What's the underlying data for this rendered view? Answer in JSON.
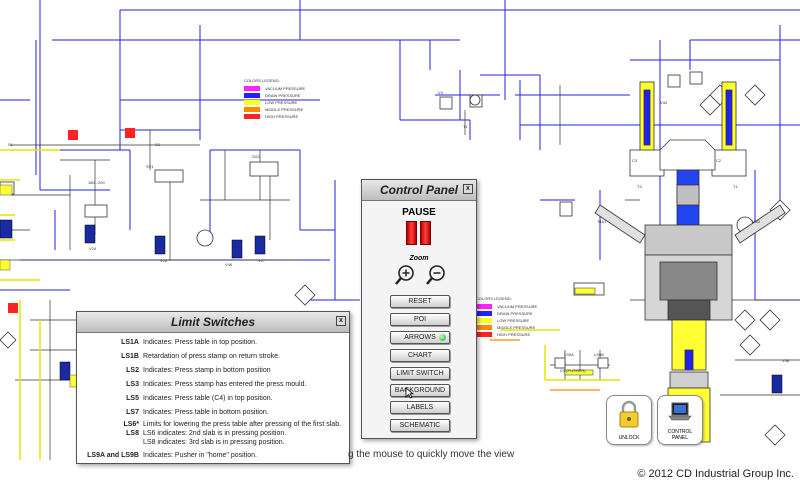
{
  "legend_top": {
    "title": "COLORS LEGEND:",
    "items": [
      {
        "label": "VACUUM PRESSURE",
        "color": "#ff22ff"
      },
      {
        "label": "DRAIN PRESSURE",
        "color": "#2222ff"
      },
      {
        "label": "LOW PRESSURE",
        "color": "#ffff22"
      },
      {
        "label": "MIDDLE PRESSURE",
        "color": "#ff8800"
      },
      {
        "label": "HIGH PRESSURE",
        "color": "#ff2222"
      }
    ]
  },
  "legend_right": {
    "title": "COLORS LEGEND:",
    "items": [
      {
        "label": "VACUUM PRESSURE",
        "color": "#ff22ff"
      },
      {
        "label": "DRAIN PRESSURE",
        "color": "#2222ff"
      },
      {
        "label": "LOW PRESSURE",
        "color": "#ffff22"
      },
      {
        "label": "MIDDLE PRESSURE",
        "color": "#ff8800"
      },
      {
        "label": "HIGH PRESSURE",
        "color": "#ff2222"
      }
    ]
  },
  "control_panel": {
    "title": "Control Panel",
    "close": "x",
    "pause_label": "PAUSE",
    "zoom_label": "Zoom",
    "buttons": [
      {
        "label": "RESET"
      },
      {
        "label": "POI"
      },
      {
        "label": "ARROWS"
      },
      {
        "label": "CHART"
      },
      {
        "label": "LIMIT SWITCH"
      },
      {
        "label": "BACKGROUND"
      },
      {
        "label": "LABELS"
      },
      {
        "label": "SCHEMATIC"
      }
    ]
  },
  "limit_switches": {
    "title": "Limit Switches",
    "close": "x",
    "rows": [
      {
        "code": "LS1A",
        "desc": "Indicates: Press table in top position."
      },
      {
        "code": "LS1B",
        "desc": "Retardation of press stamp on return stroke."
      },
      {
        "code": "LS2",
        "desc": "Indicates: Press stamp in bottom position"
      },
      {
        "code": "LS3",
        "desc": "Indicates: Press stamp has entered the press mould."
      },
      {
        "code": "LS5",
        "desc": "Indicates: Press table (C4) in top position."
      },
      {
        "code": "LS7",
        "desc": "Indicates: Press table in bottom position."
      },
      {
        "code": "LS6*",
        "desc": "Limits for lowering the press table after pressing of the first slab."
      },
      {
        "code": "LS8",
        "desc": "LS6 indicates: 2nd slab is in pressing position."
      },
      {
        "code": "",
        "desc": "LS8 indicates: 3rd slab is in pressing position."
      },
      {
        "code": "LS9A and LS9B",
        "desc": "Indicates: Pusher in \"home\" position."
      }
    ]
  },
  "hint": "g the mouse to quickly move the view",
  "unlock_label": "UNLOCK",
  "control_panel_button": {
    "line1": "CONTROL",
    "line2": "PANEL"
  },
  "copyright": "© 2012 CD Industrial Group Inc."
}
